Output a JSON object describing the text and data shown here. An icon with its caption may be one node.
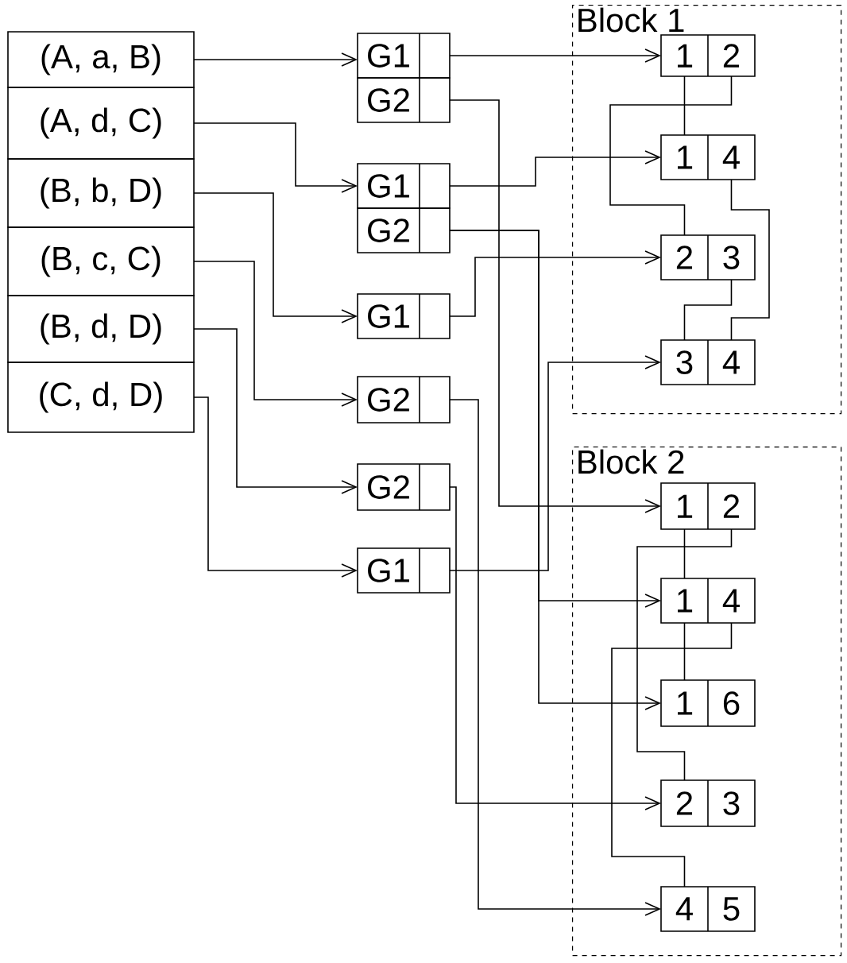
{
  "diagram": {
    "nodes": [
      {
        "text": [
          "(A, a, B)"
        ]
      },
      {
        "text": [
          "(A, d, C)"
        ]
      },
      {
        "text": [
          "(B, b, D)"
        ]
      },
      {
        "text": [
          "(B, c, C)"
        ]
      },
      {
        "text": [
          "(B, d, D)"
        ]
      },
      {
        "text": [
          "(C, d, D)"
        ]
      },
      {
        "text": [
          "G1"
        ]
      },
      {
        "text": [
          "G2"
        ]
      },
      {
        "text": [
          "G1"
        ]
      },
      {
        "text": [
          "G2"
        ]
      },
      {
        "text": [
          "G1"
        ]
      },
      {
        "text": [
          "G2"
        ]
      },
      {
        "text": [
          "G2"
        ]
      },
      {
        "text": [
          "G1"
        ]
      },
      {
        "text": [
          "Block 1"
        ]
      },
      {
        "text": [
          "1",
          "2"
        ],
        "in": 14
      },
      {
        "text": [
          "1",
          "4"
        ],
        "in": 14
      },
      {
        "text": [
          "2",
          "3"
        ],
        "in": 14
      },
      {
        "text": [
          "3",
          "4"
        ],
        "in": 14
      },
      {
        "text": [
          "Block 2"
        ]
      },
      {
        "text": [
          "1",
          "2"
        ],
        "in": 19
      },
      {
        "text": [
          "1",
          "4"
        ],
        "in": 19
      },
      {
        "text": [
          "1",
          "6"
        ],
        "in": 19
      },
      {
        "text": [
          "2",
          "3"
        ],
        "in": 19
      },
      {
        "text": [
          "4",
          "5"
        ],
        "in": 19
      }
    ],
    "edges": [
      {
        "from": 0,
        "to": 6,
        "arrow": "to"
      },
      {
        "from": 1,
        "to": 8,
        "arrow": "to"
      },
      {
        "from": 2,
        "to": 10,
        "arrow": "to"
      },
      {
        "from": 3,
        "to": 11,
        "arrow": "to"
      },
      {
        "from": 4,
        "to": 12,
        "arrow": "to"
      },
      {
        "from": 5,
        "to": 13,
        "arrow": "to"
      },
      {
        "from": 6,
        "to": 15,
        "arrow": "to"
      },
      {
        "from": 7,
        "to": 20,
        "arrow": "to"
      },
      {
        "from": 8,
        "to": 16,
        "arrow": "to"
      },
      {
        "from": 9,
        "to": 21,
        "arrow": "to"
      },
      {
        "from": 9,
        "to": 22,
        "arrow": "to"
      },
      {
        "from": 10,
        "to": 17,
        "arrow": "to"
      },
      {
        "from": 11,
        "to": 24,
        "arrow": "to"
      },
      {
        "from": 12,
        "to": 23,
        "arrow": "to"
      },
      {
        "from": 13,
        "to": 18,
        "arrow": "to"
      },
      {
        "from": 15,
        "to": 16,
        "arrow": "none"
      },
      {
        "from": 15,
        "to": 17,
        "arrow": "none"
      },
      {
        "from": 16,
        "to": 18,
        "arrow": "none"
      },
      {
        "from": 17,
        "to": 18,
        "arrow": "none"
      },
      {
        "from": 20,
        "to": 21,
        "arrow": "none"
      },
      {
        "from": 20,
        "to": 23,
        "arrow": "none"
      },
      {
        "from": 21,
        "to": 22,
        "arrow": "none"
      },
      {
        "from": 21,
        "to": 24,
        "arrow": "none"
      }
    ]
  }
}
